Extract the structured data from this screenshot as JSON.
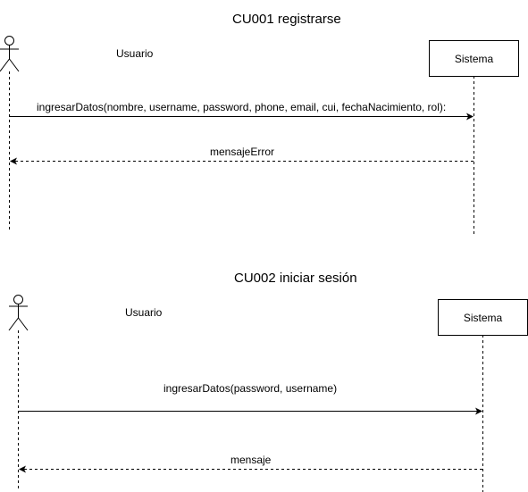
{
  "diagrams": [
    {
      "title": "CU001 registrarse",
      "actor": "Usuario",
      "system": "Sistema",
      "messages": [
        {
          "label": "ingresarDatos(nombre, username, password, phone, email, cui, fechaNacimiento, rol):",
          "kind": "sync"
        },
        {
          "label": "mensajeError",
          "kind": "return"
        }
      ]
    },
    {
      "title": "CU002 iniciar sesión",
      "actor": "Usuario",
      "system": "Sistema",
      "messages": [
        {
          "label": "ingresarDatos(password, username)",
          "kind": "sync"
        },
        {
          "label": "mensaje",
          "kind": "return"
        }
      ]
    }
  ]
}
